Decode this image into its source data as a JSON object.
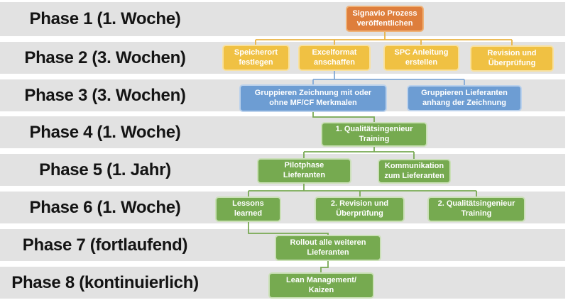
{
  "phases": [
    {
      "label": "Phase 1 (1. Woche)"
    },
    {
      "label": "Phase 2 (3. Wochen)"
    },
    {
      "label": "Phase 3 (3. Wochen)"
    },
    {
      "label": "Phase 4 (1. Woche)"
    },
    {
      "label": "Phase 5 (1. Jahr)"
    },
    {
      "label": "Phase 6 (1. Woche)"
    },
    {
      "label": "Phase 7 (fortlaufend)"
    },
    {
      "label": "Phase 8 (kontinuierlich)"
    }
  ],
  "boxes": {
    "signavio": {
      "text": "Signavio Prozess\nveröffentlichen"
    },
    "speicherort": {
      "text": "Speicherort\nfestlegen"
    },
    "excelformat": {
      "text": "Excelformat\nanschaffen"
    },
    "spc": {
      "text": "SPC Anleitung\nerstellen"
    },
    "revision1": {
      "text": "Revision und\nÜberprüfung"
    },
    "gruppieren1": {
      "text": "Gruppieren Zeichnung mit oder\nohne MF/CF Merkmalen"
    },
    "gruppieren2": {
      "text": "Gruppieren Lieferanten\nanhang der Zeichnung"
    },
    "qi1": {
      "text": "1. Qualitätsingenieur\nTraining"
    },
    "pilotphase": {
      "text": "Pilotphase\nLieferanten"
    },
    "kommunikation": {
      "text": "Kommunikation\nzum Lieferanten"
    },
    "lessons": {
      "text": "Lessons\nlearned"
    },
    "revision2": {
      "text": "2. Revision und\nÜberprüfung"
    },
    "qi2": {
      "text": "2. Qualitätsingenieur\nTraining"
    },
    "rollout": {
      "text": "Rollout alle weiteren\nLieferanten"
    },
    "lean": {
      "text": "Lean Management/\nKaizen"
    }
  },
  "colors": {
    "band_gray": "#E2E2E2",
    "box_orange": "#DE7E3C",
    "box_gold": "#F0C143",
    "box_blue": "#6D9DD3",
    "box_green": "#76AA50",
    "connector_gold": "#E9B342",
    "connector_blue": "#82A9D6",
    "connector_green": "#78A953",
    "box_text": "#FFFFFF",
    "phase_label_text": "#141414"
  }
}
